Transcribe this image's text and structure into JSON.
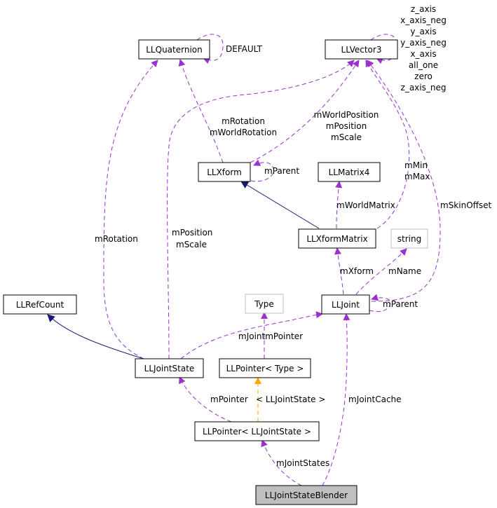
{
  "nodes": {
    "llquaternion": "LLQuaternion",
    "llvector3": "LLVector3",
    "llxform": "LLXform",
    "llmatrix4": "LLMatrix4",
    "llxformmatrix": "LLXformMatrix",
    "string": "string",
    "llrefcount": "LLRefCount",
    "type": "Type",
    "lljoint": "LLJoint",
    "lljointstate": "LLJointState",
    "llpointer_type": "LLPointer< Type >",
    "llpointer_lljointstate": "LLPointer< LLJointState >",
    "lljointstateblender": "LLJointStateBlender"
  },
  "labels": {
    "default": "DEFAULT",
    "vector3_self": [
      "z_axis",
      "x_axis_neg",
      "y_axis",
      "y_axis_neg",
      "x_axis",
      "all_one",
      "zero",
      "z_axis_neg"
    ],
    "xform_rotation": [
      "mRotation",
      "mWorldRotation"
    ],
    "xform_position": [
      "mWorldPosition",
      "mPosition",
      "mScale"
    ],
    "xform_parent": "mParent",
    "minmax": [
      "mMin",
      "mMax"
    ],
    "world_matrix": "mWorldMatrix",
    "skin_offset": "mSkinOffset",
    "state_rotation": "mRotation",
    "state_position": [
      "mPosition",
      "mScale"
    ],
    "xform_member": "mXform",
    "name": "mName",
    "joint_parent": "mParent",
    "joint_pointer": "mJointmPointer",
    "pointer": "mPointer",
    "template_arg": "< LLJointState >",
    "joint_cache": "mJointCache",
    "joint_states": "mJointStates"
  },
  "colors": {
    "usage": "#9a32cd",
    "inheritance": "#191970",
    "template": "#ffa500",
    "focus_fill": "#bfbfbf",
    "undocumented_border": "#bfbfbf"
  }
}
